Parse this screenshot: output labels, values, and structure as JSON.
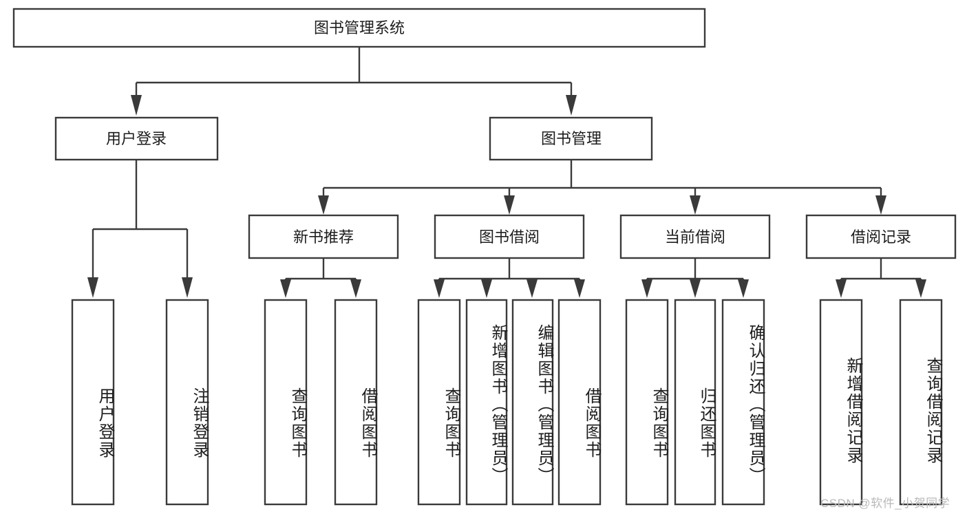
{
  "diagram": {
    "type": "tree",
    "title": "图书管理系统",
    "orientation": "top-down",
    "colors": {
      "background": "#ffffff",
      "box_fill": "#ffffff",
      "box_stroke": "#3a3a3a",
      "connector": "#3a3a3a",
      "text": "#1d1d1d",
      "watermark": "#b9b9b9"
    },
    "root": {
      "label": "图书管理系统"
    },
    "level2": [
      {
        "label": "用户登录"
      },
      {
        "label": "图书管理"
      }
    ],
    "level3": [
      {
        "label": "新书推荐"
      },
      {
        "label": "图书借阅"
      },
      {
        "label": "当前借阅"
      },
      {
        "label": "借阅记录"
      }
    ],
    "leaves": {
      "user_login": [
        {
          "label": "用户登录"
        },
        {
          "label": "注销登录"
        }
      ],
      "new_book": [
        {
          "label": "查询图书"
        },
        {
          "label": "借阅图书"
        }
      ],
      "book_borrow": [
        {
          "label": "查询图书"
        },
        {
          "label": "新增图书（管理员）"
        },
        {
          "label": "编辑图书（管理员）"
        },
        {
          "label": "借阅图书"
        }
      ],
      "current_borrow": [
        {
          "label": "查询图书"
        },
        {
          "label": "归还图书"
        },
        {
          "label": "确认归还（管理员）"
        }
      ],
      "borrow_record": [
        {
          "label": "新增借阅记录"
        },
        {
          "label": "查询借阅记录"
        }
      ]
    }
  },
  "watermark": {
    "text": "CSDN @软件_小贺同学"
  }
}
